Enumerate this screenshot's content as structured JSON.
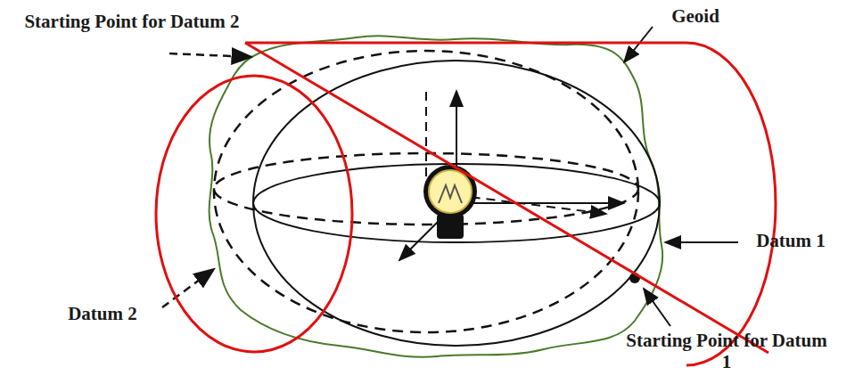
{
  "diagram": {
    "labels": [
      "Starting Point for Datum 2",
      "Geoid",
      "Datum 1",
      "Datum 2",
      "Starting Point for Datum 1"
    ]
  }
}
